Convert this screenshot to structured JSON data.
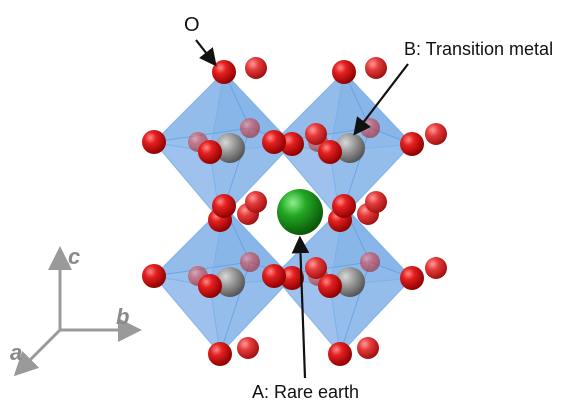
{
  "labels": {
    "oxygen": "O",
    "b_site": "B: Transition metal",
    "a_site": "A: Rare earth"
  },
  "axes": {
    "a": "a",
    "b": "b",
    "c": "c"
  },
  "colors": {
    "oxygen": "#d01414",
    "octahedron": "#4a8fde",
    "transition_metal": "#8f8f8f",
    "rare_earth": "#1e9b1e",
    "axes": "#9a9a9a"
  }
}
